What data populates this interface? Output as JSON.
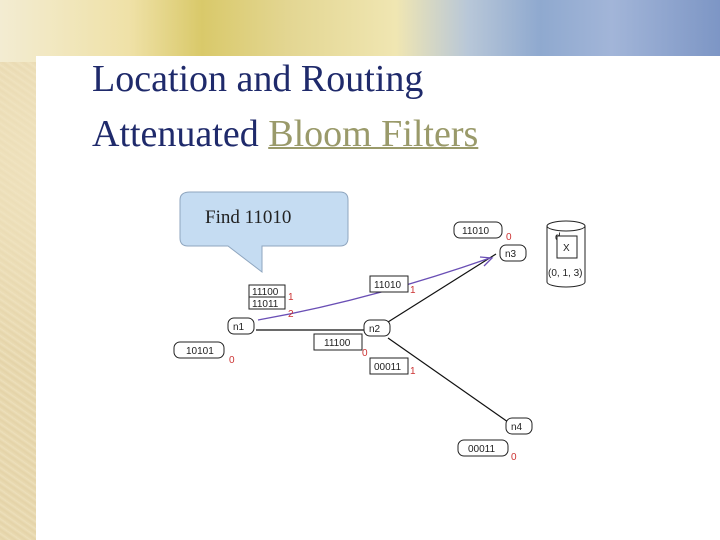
{
  "slide": {
    "title_line1": "Location and Routing",
    "title_line2_prefix": "Attenuated ",
    "title_line2_link": "Bloom Filters"
  },
  "callout": {
    "text": "Find 11010"
  },
  "nodes": {
    "n1": "n1",
    "n2": "n2",
    "n3": "n3",
    "n4": "n4"
  },
  "filters": {
    "n1_upper_row1": "11100",
    "n1_upper_row1_num": "1",
    "n1_upper_row2": "11011",
    "n1_upper_row2_num": "2",
    "n1_left": "10101",
    "n1_left_num": "0",
    "n2_left": "11100",
    "n2_left_num": "0",
    "n2_upper": "11010",
    "n2_upper_num": "1",
    "n2_lower": "00011",
    "n2_lower_num": "1",
    "n3_top": "11010",
    "n3_top_num": "0",
    "n4_bottom": "00011",
    "n4_bottom_num": "0"
  },
  "storage": {
    "top_label": "d",
    "doc_label": "X",
    "tuple": "(0, 1, 3)"
  },
  "colors": {
    "title": "#1f2a6b",
    "title_link": "#9a9a6a",
    "callout_fill": "#c5dcf2",
    "route": "#6a4fb5",
    "numbers": "#cc3333"
  }
}
